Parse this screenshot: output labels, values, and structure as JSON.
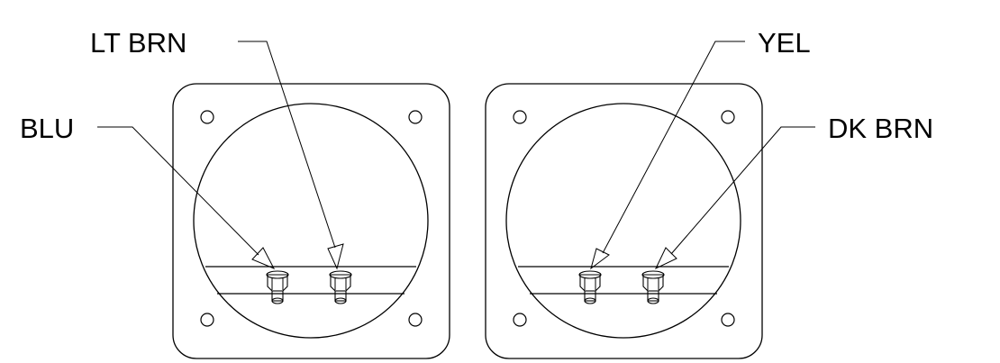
{
  "labels": {
    "lt_brn": "LT BRN",
    "blu": "BLU",
    "yel": "YEL",
    "dk_brn": "DK BRN"
  },
  "colors": {
    "stroke": "#000000",
    "background": "#ffffff"
  }
}
